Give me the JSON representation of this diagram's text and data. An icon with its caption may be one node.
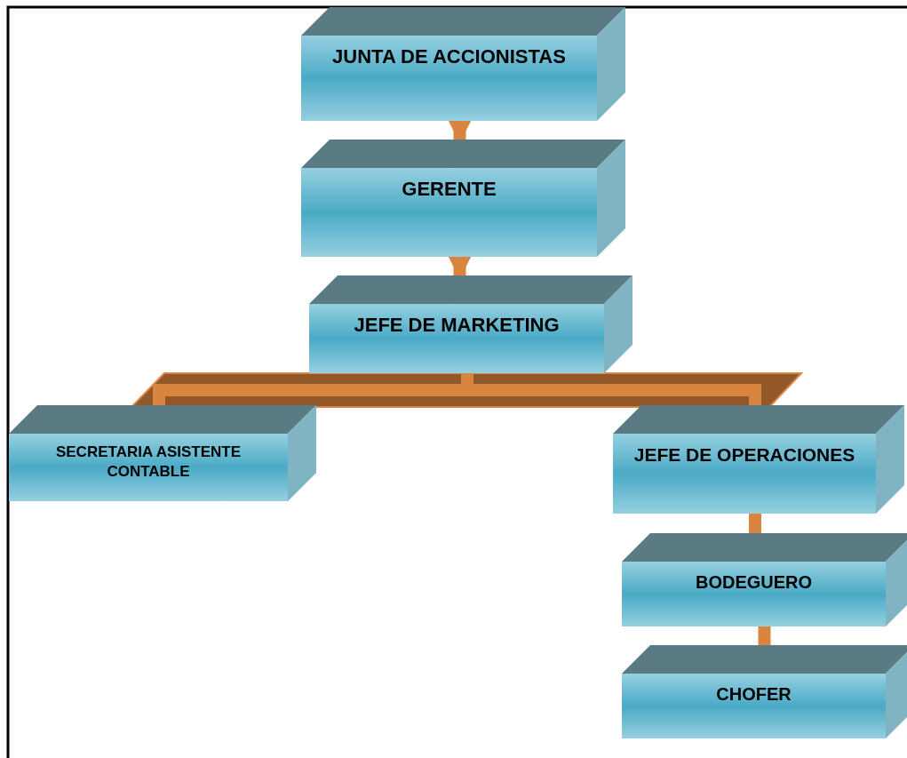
{
  "diagram": {
    "nodes": [
      {
        "text": [
          "JUNTA DE ACCIONISTAS"
        ]
      },
      {
        "text": [
          "GERENTE"
        ]
      },
      {
        "text": [
          "JEFE DE MARKETING"
        ]
      },
      {
        "text": [
          "SECRETARIA ASISTENTE CONTABLE"
        ]
      },
      {
        "text": [
          "JEFE DE OPERACIONES"
        ]
      },
      {
        "text": [
          "BODEGUERO"
        ]
      },
      {
        "text": [
          "CHOFER"
        ]
      }
    ],
    "edges": [
      {
        "from": 0,
        "to": 1,
        "arrow": "to"
      },
      {
        "from": 1,
        "to": 2,
        "arrow": "to"
      },
      {
        "from": 2,
        "to": 3,
        "arrow": "none"
      },
      {
        "from": 2,
        "to": 4,
        "arrow": "none"
      },
      {
        "from": 4,
        "to": 5,
        "arrow": "none"
      },
      {
        "from": 5,
        "to": 6,
        "arrow": "none"
      }
    ]
  }
}
